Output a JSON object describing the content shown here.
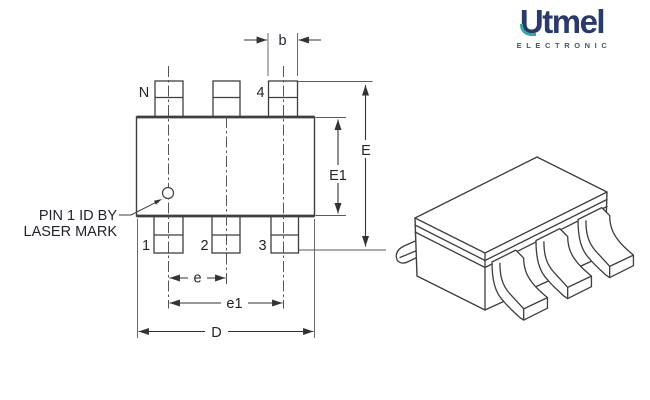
{
  "logo": {
    "brand_u": "U",
    "brand_rest": "tmel",
    "tagline": "ELECTRONIC",
    "brand_color": "#2b3a6b",
    "accent_color": "#38a7a0"
  },
  "diagram": {
    "title_hint": "SOT-23-6 package outline drawing",
    "pin_labels": {
      "top_left": "N",
      "top_right": "4",
      "bottom_left": "1",
      "bottom_center": "2",
      "bottom_right": "3"
    },
    "dimensions": {
      "lead_width": "b",
      "pitch": "e",
      "span_pitch": "e1",
      "body_length": "D",
      "total_width": "E",
      "body_width": "E1"
    },
    "annotation": {
      "line1": "PIN 1 ID BY",
      "line2": "LASER MARK"
    },
    "line_color": "#3f3f3f"
  }
}
